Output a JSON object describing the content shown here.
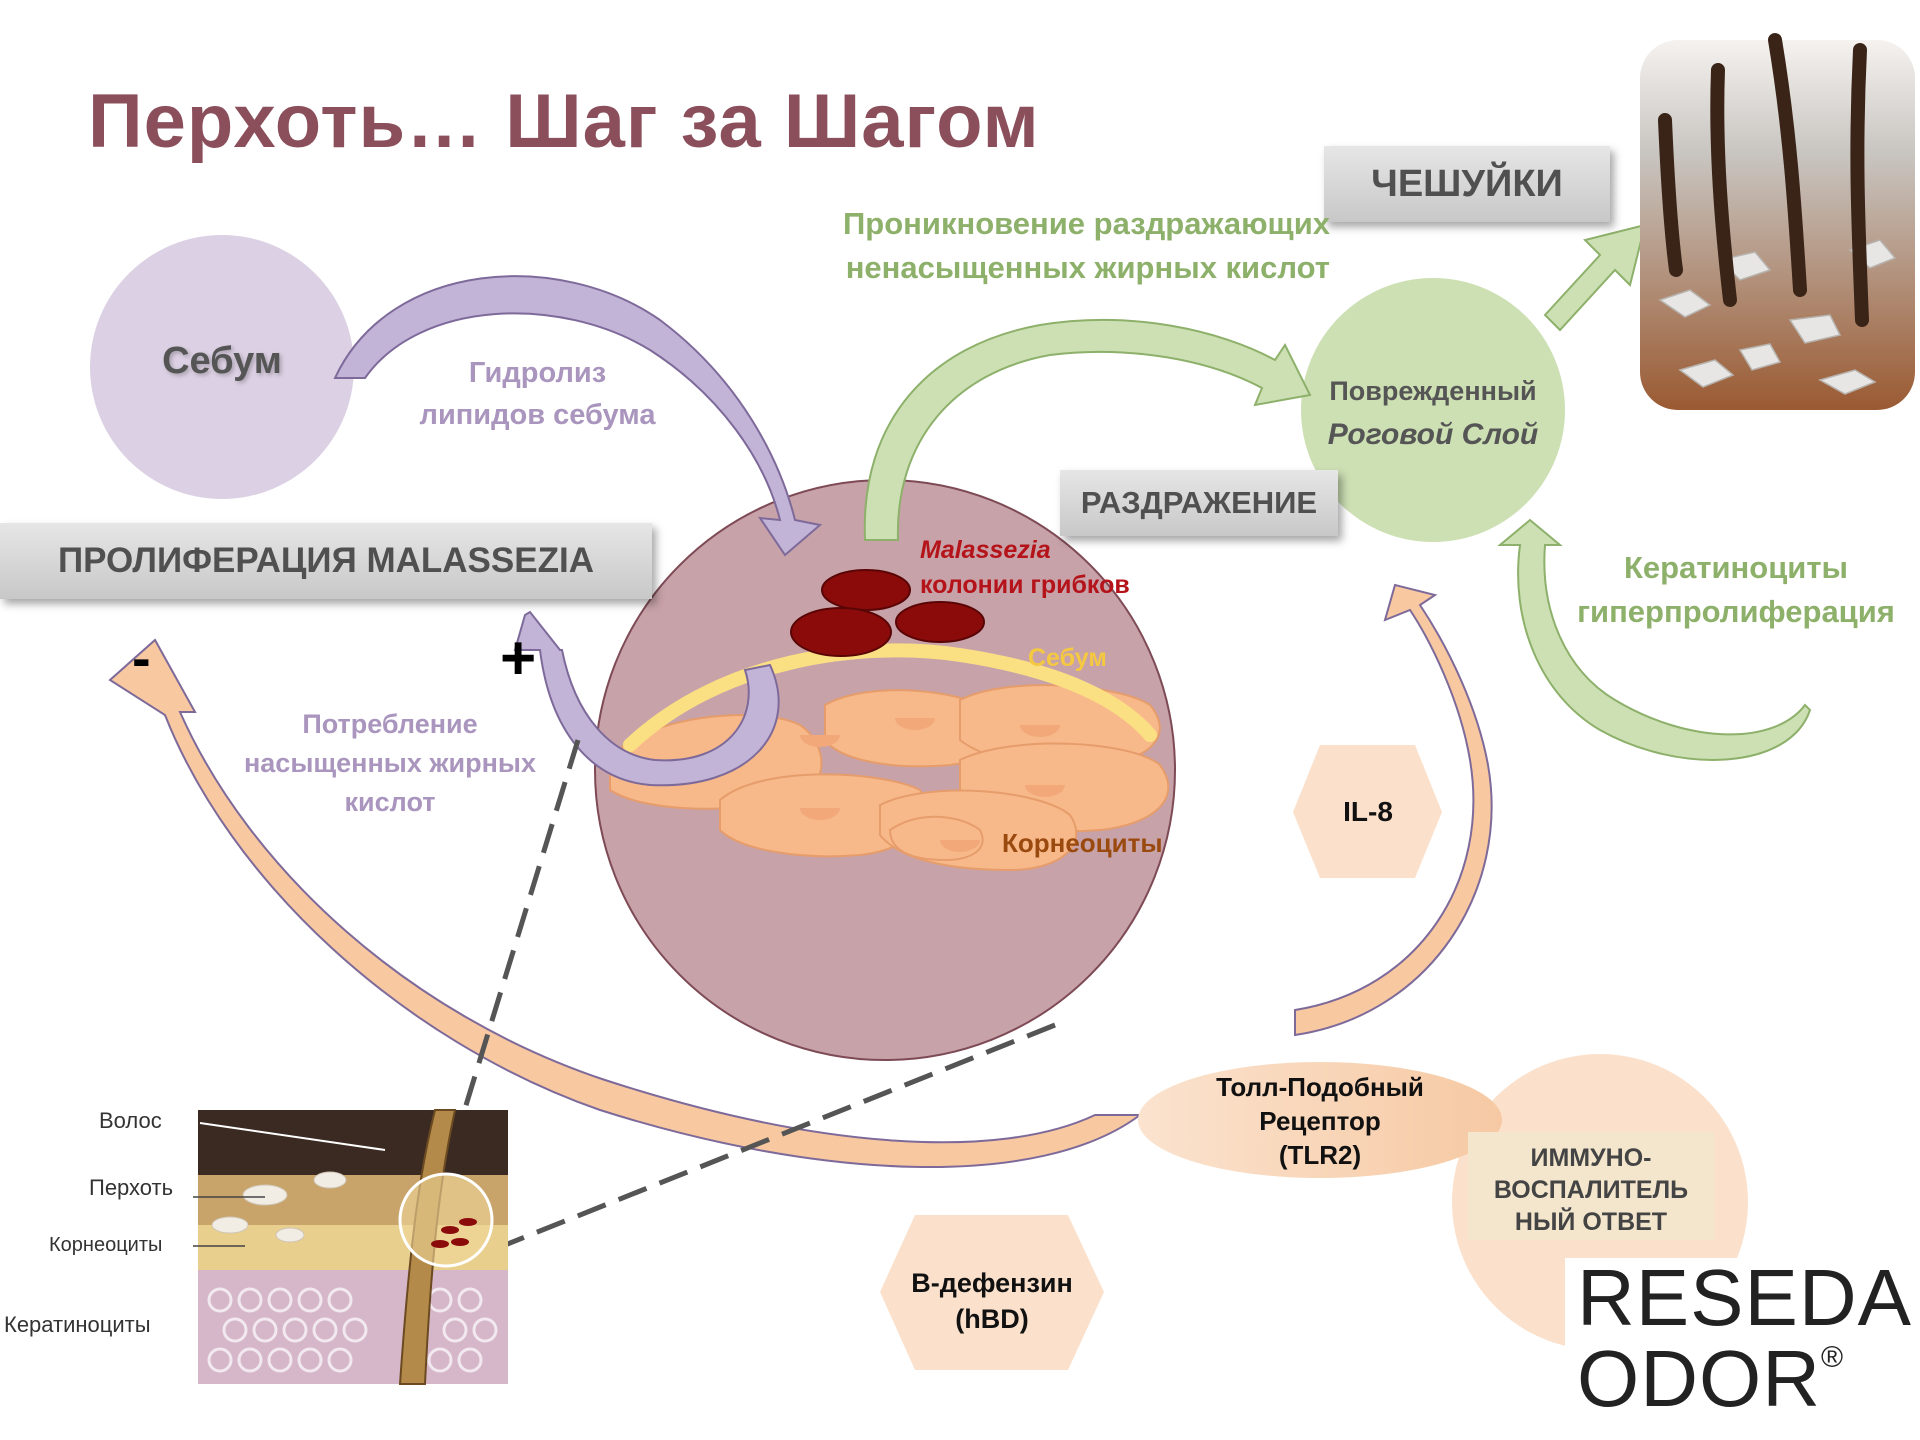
{
  "title": "Перхоть… Шаг за Шагом",
  "nodes": {
    "sebum": "Себум",
    "damaged_1": "Поврежденный",
    "damaged_2": "Роговой Слой"
  },
  "banners": {
    "scales": "ЧЕШУЙКИ",
    "irritation": "РАЗДРАЖЕНИЕ",
    "proliferation": "ПРОЛИФЕРАЦИЯ MALASSEZIA"
  },
  "labels": {
    "penetration_1": "Проникновение раздражающих",
    "penetration_2": "ненасыщенных жирных кислот",
    "hydrolysis_1": "Гидролиз",
    "hydrolysis_2": "липидов себума",
    "consumption_1": "Потребление",
    "consumption_2": "насыщенных жирных",
    "consumption_3": "кислот",
    "keratinocytes_1": "Кератиноциты",
    "keratinocytes_2": "гиперпролиферация",
    "malassezia_1": "Malassezia",
    "malassezia_2": "колонии грибков",
    "sebum_small": "Себум",
    "corneocytes": "Корнеоциты",
    "il8": "IL-8",
    "tlr_1": "Толл-Подобный",
    "tlr_2": "Рецептор",
    "tlr_3": "(TLR2)",
    "immune_1": "ИММУНО-",
    "immune_2": "ВОСПАЛИТЕЛЬ",
    "immune_3": "НЫЙ  ОТВЕТ",
    "defensin_1": "B-дефензин",
    "defensin_2": "(hBD)",
    "minus": "-",
    "plus": "+"
  },
  "legend": {
    "hair": "Волос",
    "dandruff": "Перхоть",
    "corneocytes": "Корнеоциты",
    "keratinocytes": "Кератиноциты"
  },
  "logo": {
    "line1": "RESEDA",
    "line2": "ODOR",
    "mark": "®"
  },
  "colors": {
    "title": "#8b4f5c",
    "purple": "#a995bd",
    "green": "#8db06a",
    "peach": "#f8c9a0",
    "center_circle": "#c8a3a9",
    "fungus": "#8b0b0b"
  }
}
